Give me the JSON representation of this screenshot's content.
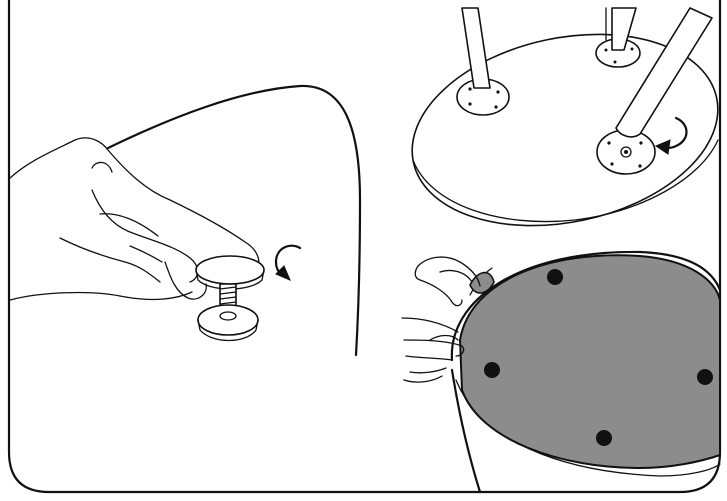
{
  "figure": {
    "panels": [
      {
        "id": "screw-glide",
        "icon": "rotate-counterclockwise-icon"
      },
      {
        "id": "table-underside",
        "icon": "rotate-clockwise-icon"
      },
      {
        "id": "peel-felt-pad",
        "icon": "hand-icon"
      }
    ],
    "colors": {
      "ink": "#111111",
      "pad_fill": "#8c8c8c",
      "pad_hole": "#111111",
      "background": "#ffffff"
    }
  }
}
